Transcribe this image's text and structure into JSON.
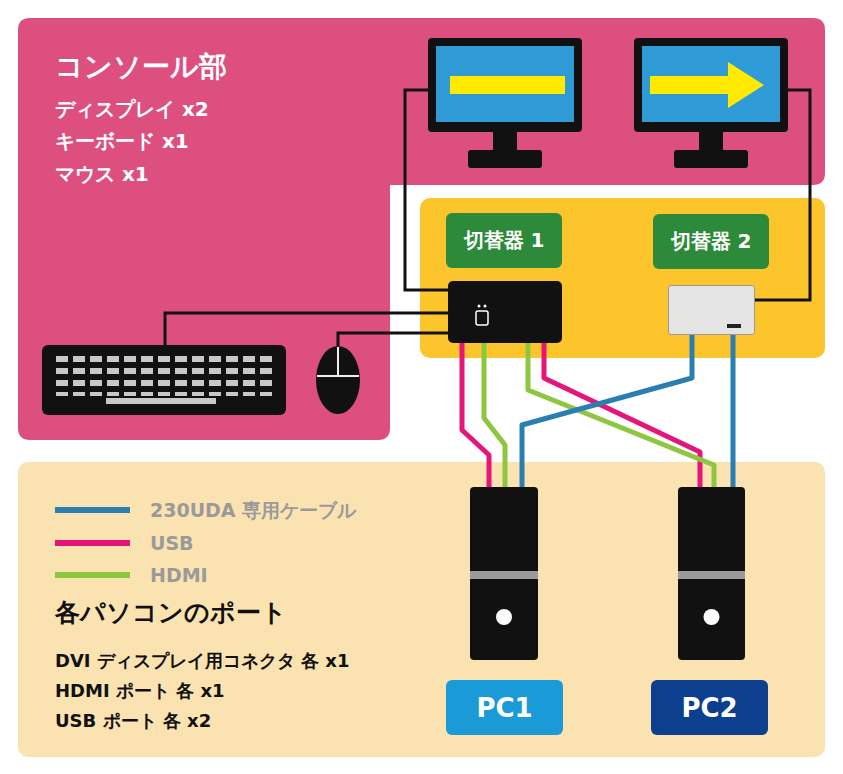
{
  "diagram": {
    "nodes": [
      {
        "text": [
          "コンソール部",
          "ディスプレイ x2",
          "キーボード x1",
          "マウス x1"
        ]
      },
      {
        "text": [
          "切替器 1"
        ]
      },
      {
        "text": [
          "切替器 2"
        ]
      },
      {
        "text": [
          "各パソコンのポート",
          "DVI ディスプレイ用コネクタ 各 x1",
          "HDMI ポート 各 x1",
          "USB ポート 各 x2"
        ]
      },
      {
        "text": [
          "PC1"
        ],
        "in": 3
      },
      {
        "text": [
          "PC2"
        ],
        "in": 3
      }
    ],
    "edges": [
      {
        "from": 1,
        "to": 4,
        "arrow": "none"
      },
      {
        "from": 1,
        "to": 4,
        "arrow": "none"
      },
      {
        "from": 1,
        "to": 5,
        "arrow": "none"
      },
      {
        "from": 1,
        "to": 5,
        "arrow": "none"
      },
      {
        "from": 2,
        "to": 4,
        "arrow": "none"
      },
      {
        "from": 2,
        "to": 5,
        "arrow": "none"
      }
    ],
    "legend": [
      {
        "text": "230UDA 専用ケーブル",
        "color": "#2a7fb0"
      },
      {
        "text": "USB",
        "color": "#e5157a"
      },
      {
        "text": "HDMI",
        "color": "#8dc63f"
      }
    ]
  }
}
